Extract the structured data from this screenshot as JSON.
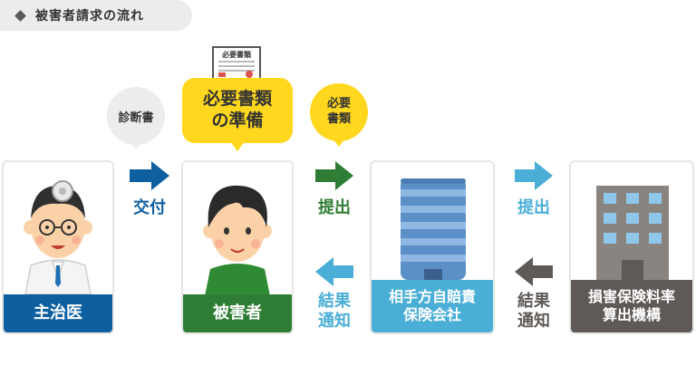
{
  "header": {
    "title": "被害者請求の流れ"
  },
  "bubbles": {
    "diagnosis": "診断書",
    "prep_line1": "必要書類",
    "prep_line2": "の準備",
    "docs_line1": "必要",
    "docs_line2": "書類",
    "doc_icon_text": "必要書類"
  },
  "nodes": {
    "doctor": "主治医",
    "victim": "被害者",
    "insurer_line1": "相手方自賠責",
    "insurer_line2": "保険会社",
    "org_line1": "損害保険料率",
    "org_line2": "算出機構"
  },
  "arrows": {
    "deliver": "交付",
    "submit1": "提出",
    "submit2": "提出",
    "notice1_line1": "結果",
    "notice1_line2": "通知",
    "notice2_line1": "結果",
    "notice2_line2": "通知"
  },
  "colors": {
    "doctor": "#0e5fa0",
    "victim": "#2f7d34",
    "insurer": "#4baed6",
    "org": "#5f5a57",
    "accent_yellow": "#ffd71e"
  }
}
